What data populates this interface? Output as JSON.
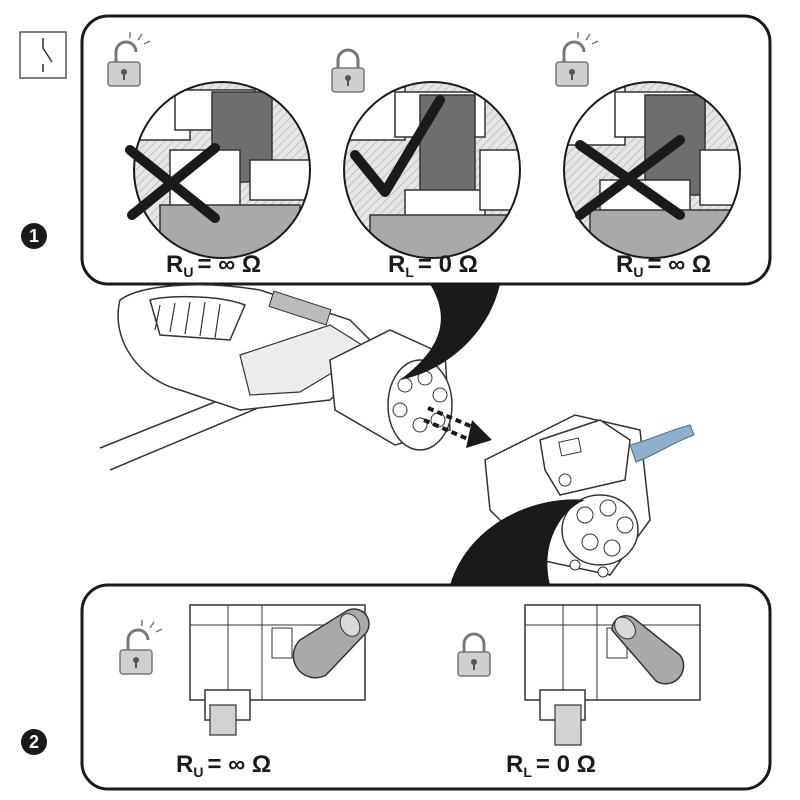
{
  "colors": {
    "outline": "#1a1a1a",
    "dark_gray": "#6e6e6e",
    "mid_gray": "#a9a9a9",
    "light_gray": "#d2d2d2",
    "hatch": "#bdbdbd",
    "cable_blue": "#8fb0cc",
    "background": "#ffffff"
  },
  "icons": {
    "switch": "switch-symbol-icon",
    "unlocked": "padlock-open-icon",
    "locked": "padlock-closed-icon",
    "wrong": "cross-mark-icon",
    "correct": "check-mark-icon"
  },
  "steps": [
    {
      "number": "1",
      "panels": [
        {
          "state": "unlocked",
          "result": "wrong",
          "R": "R",
          "sub": "U",
          "value": "= ∞ Ω"
        },
        {
          "state": "locked",
          "result": "correct",
          "R": "R",
          "sub": "L",
          "value": "= 0 Ω"
        },
        {
          "state": "unlocked",
          "result": "wrong",
          "R": "R",
          "sub": "U",
          "value": "= ∞ Ω"
        }
      ]
    },
    {
      "number": "2",
      "panels": [
        {
          "state": "unlocked",
          "R": "R",
          "sub": "U",
          "value": "= ∞ Ω"
        },
        {
          "state": "locked",
          "R": "R",
          "sub": "L",
          "value": "= 0 Ω"
        }
      ]
    }
  ]
}
